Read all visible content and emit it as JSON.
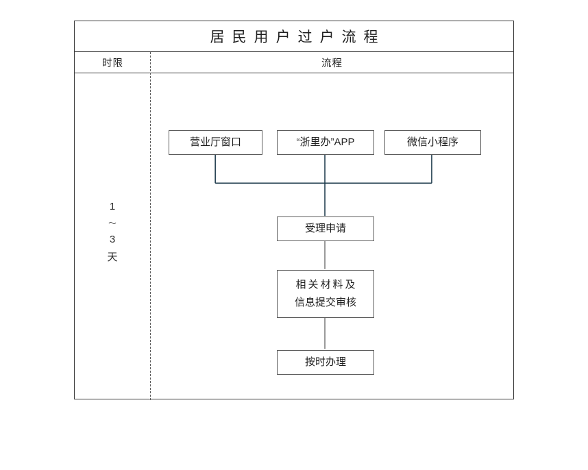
{
  "document": {
    "title": "居民用户过户流程"
  },
  "table": {
    "headers": {
      "limit": "时限",
      "flow": "流程"
    }
  },
  "duration": {
    "lines": [
      "1",
      "〜",
      "3",
      "天"
    ],
    "value_start": "1",
    "value_end": "3",
    "unit": "天"
  },
  "flow": {
    "channels": [
      {
        "id": "hall",
        "label": "营业厅窗口"
      },
      {
        "id": "app",
        "label": "“浙里办”APP"
      },
      {
        "id": "wechat",
        "label": "微信小程序"
      }
    ],
    "steps": [
      {
        "id": "accept",
        "line1": "受理申请"
      },
      {
        "id": "materials",
        "line1": "相关材料及",
        "line2": "信息提交审核"
      },
      {
        "id": "process",
        "line1": "按时办理"
      }
    ]
  },
  "colors": {
    "frame_border": "#3a3a3a",
    "node_border": "#5c5c5c",
    "connector": "#1f3c4d",
    "divider": "#5a5a5a",
    "text": "#1f1f1f",
    "background": "#ffffff"
  }
}
